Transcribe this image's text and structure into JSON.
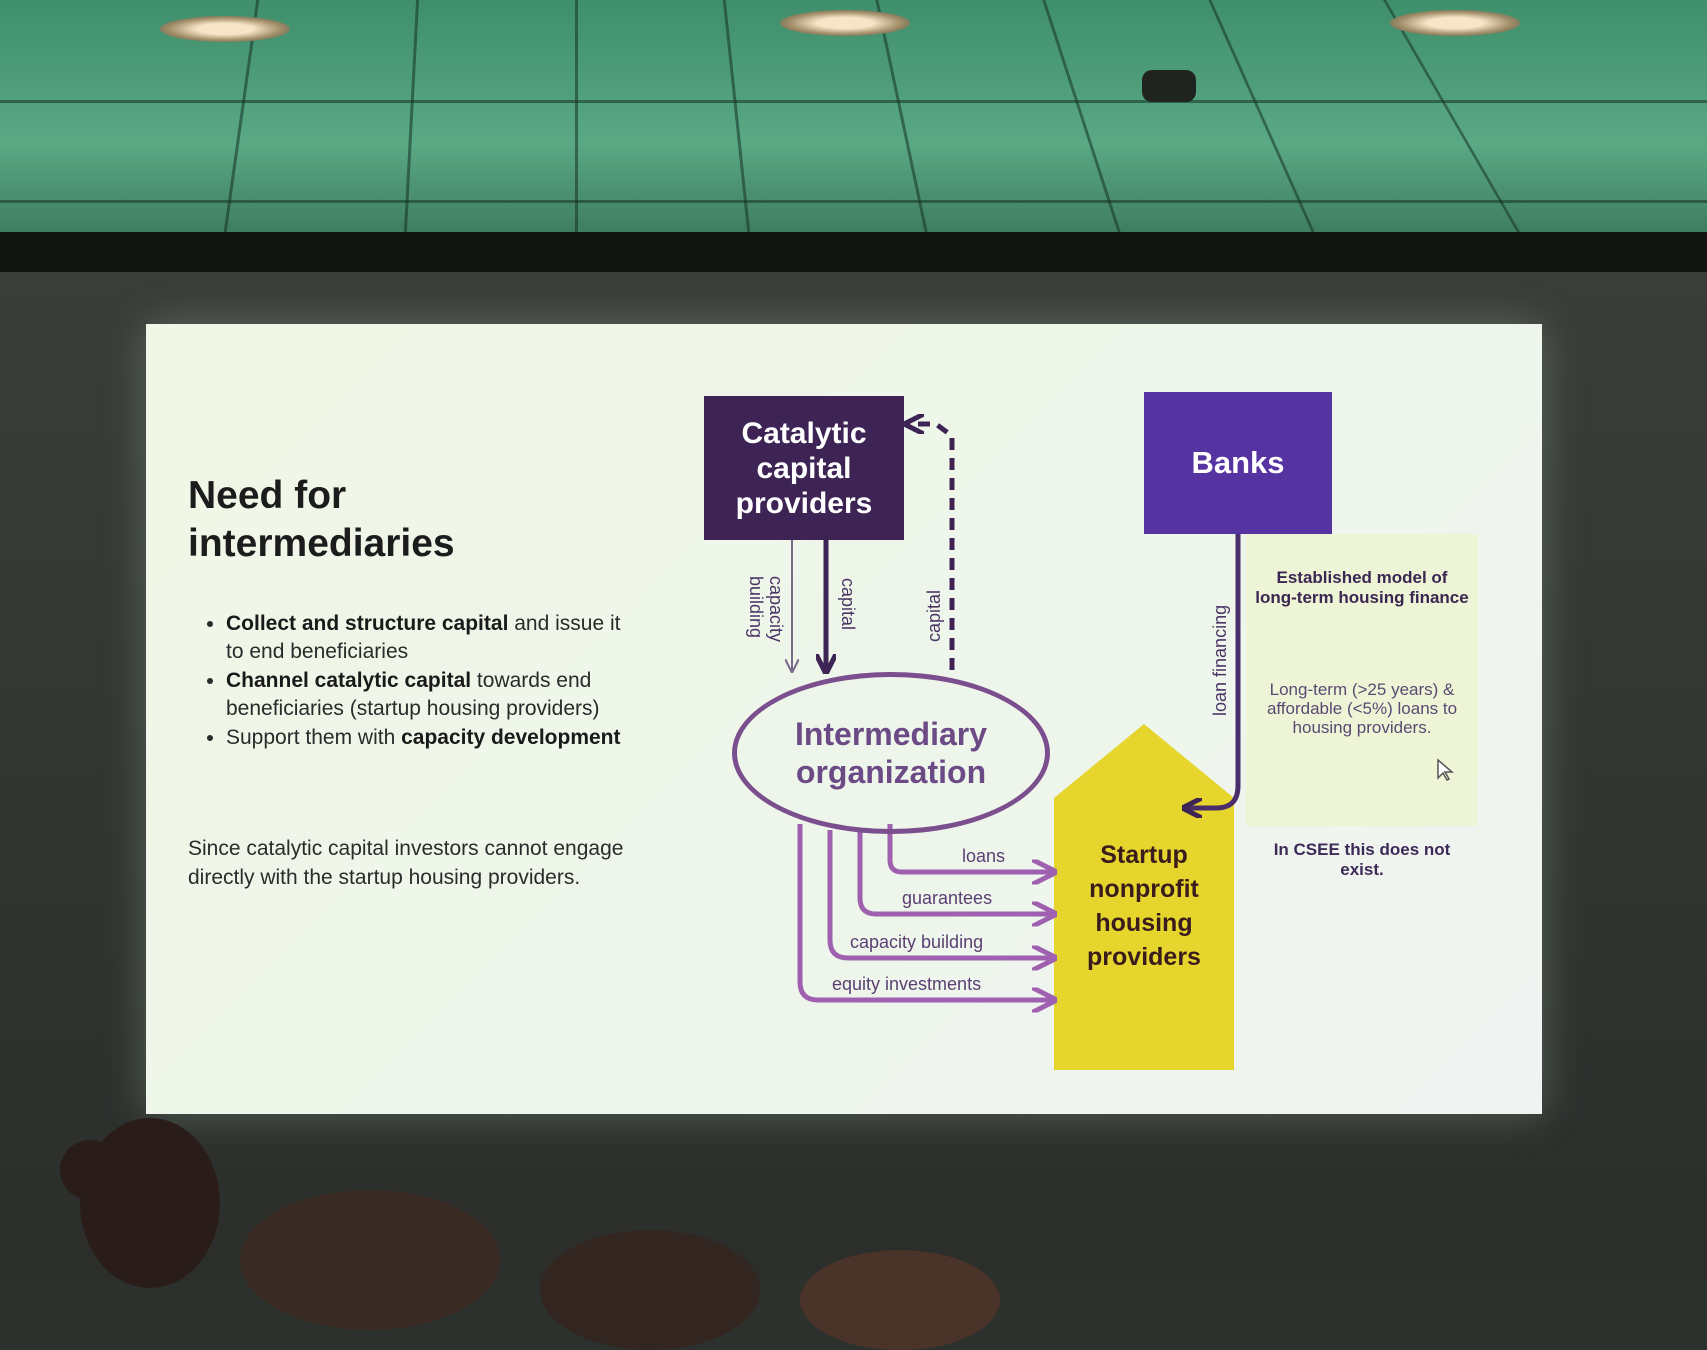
{
  "slide": {
    "title_line1": "Need for",
    "title_line2": "intermediaries",
    "bullets": [
      {
        "bold": "Collect and structure capital",
        "rest": " and issue it to end beneficiaries"
      },
      {
        "bold": "Channel catalytic capital",
        "rest": " towards end beneficiaries (startup housing providers)"
      },
      {
        "pre": "Support them with ",
        "bold": "capacity development"
      }
    ],
    "note": "Since catalytic capital investors cannot engage directly with the startup housing providers."
  },
  "diagram": {
    "catalytic": "Catalytic capital providers",
    "banks": "Banks",
    "intermediary": "Intermediary organization",
    "startup": "Startup nonprofit housing providers",
    "labels": {
      "capacity_building_v": "capacity building",
      "capital_down": "capital",
      "capital_up": "capital",
      "loan_financing": "loan financing",
      "loans": "loans",
      "guarantees": "guarantees",
      "capacity_building": "capacity building",
      "equity_investments": "equity investments"
    },
    "side_title": "Established model of long-term housing finance",
    "side_body": "Long-term (>25 years) & affordable (<5%) loans to housing providers.",
    "side_foot": "In CSEE this does not exist."
  },
  "colors": {
    "catalytic": "#3d2454",
    "banks": "#5533a0",
    "house": "#e6d52d",
    "arrow": "#a060b0"
  }
}
